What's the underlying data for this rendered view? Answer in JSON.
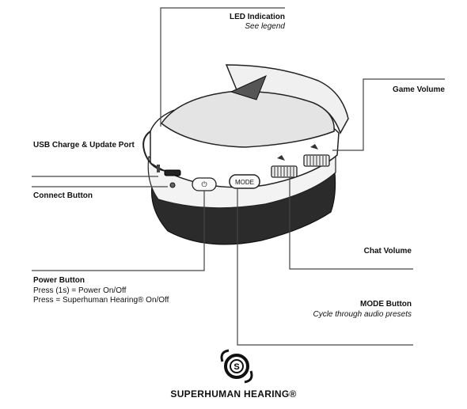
{
  "callouts": {
    "led": {
      "title": "LED Indication",
      "note": "See legend"
    },
    "usb": {
      "title": "USB Charge & Update Port"
    },
    "connect": {
      "title": "Connect Button"
    },
    "power": {
      "title": "Power Button",
      "line1": "Press (1s) = Power On/Off",
      "line2": "Press = Superhuman Hearing® On/Off"
    },
    "game": {
      "title": "Game Volume"
    },
    "chat": {
      "title": "Chat Volume"
    },
    "mode": {
      "title": "MODE Button",
      "note": "Cycle through audio presets"
    }
  },
  "device": {
    "mode_button_text": "MODE",
    "power_glyph": "⏻"
  },
  "logo": {
    "text": "SUPERHUMAN HEARING®"
  }
}
